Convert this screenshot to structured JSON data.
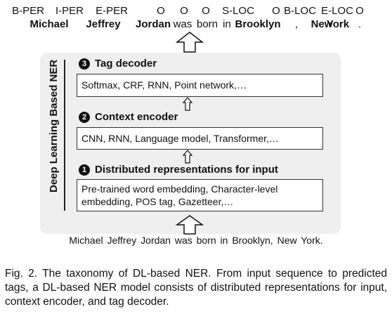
{
  "tags": [
    "B-PER",
    "I-PER",
    "E-PER",
    "O",
    "O",
    "O",
    "S-LOC",
    "O",
    "B-LOC",
    "E-LOC",
    "O"
  ],
  "words": [
    {
      "text": "Michael",
      "bold": true
    },
    {
      "text": "Jeffrey",
      "bold": true
    },
    {
      "text": "Jordan",
      "bold": true
    },
    {
      "text": "was",
      "bold": false
    },
    {
      "text": "born",
      "bold": false
    },
    {
      "text": "in",
      "bold": false
    },
    {
      "text": "Brooklyn",
      "bold": true
    },
    {
      "text": ",",
      "bold": false
    },
    {
      "text": "New",
      "bold": true
    },
    {
      "text": "York",
      "bold": true
    },
    {
      "text": ".",
      "bold": false
    }
  ],
  "side_label": "Deep Learning Based NER",
  "stages": {
    "tag_decoder": {
      "number": "3",
      "title": "Tag decoder",
      "content": "Softmax, CRF, RNN, Point network,…"
    },
    "context_encoder": {
      "number": "2",
      "title": "Context encoder",
      "content": "CNN, RNN, Language model, Transformer,…"
    },
    "distributed_repr": {
      "number": "1",
      "title": "Distributed representations for input",
      "content_line1": "Pre-trained word embedding, Character-level",
      "content_line2": "embedding, POS tag, Gazetteer,…"
    }
  },
  "input_sentence": "Michael  Jeffrey  Jordan  was  born  in  Brooklyn, New York.",
  "caption": "Fig. 2. The taxonomy of DL-based NER. From input sequence to predicted tags, a DL-based NER model consists of distributed representations for input, context encoder, and tag decoder."
}
